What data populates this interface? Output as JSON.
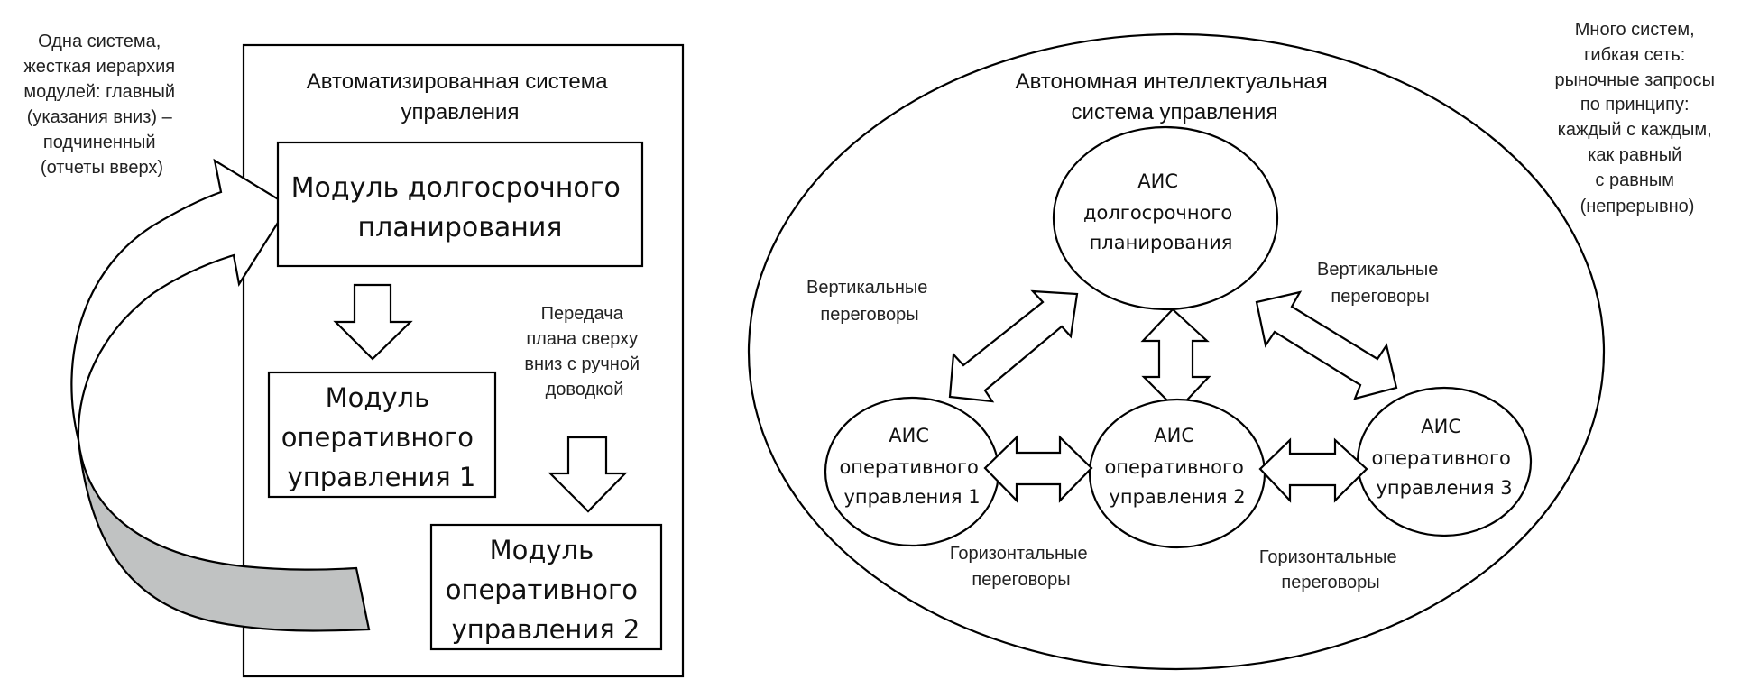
{
  "left_panel": {
    "side_note": [
      "Одна система,",
      "жесткая иерархия",
      "модулей: главный",
      "(указания вниз) –",
      "подчиненный",
      "(отчеты вверх)"
    ],
    "title": [
      "Автоматизированная  система",
      "управления"
    ],
    "modules": [
      {
        "id": "long-term",
        "lines": [
          "Модуль долгосрочного",
          "планирования"
        ]
      },
      {
        "id": "operational-1",
        "lines": [
          "Модуль",
          "оперативного",
          "управления 1"
        ]
      },
      {
        "id": "operational-2",
        "lines": [
          "Модуль",
          "оперативного",
          "управления 2"
        ]
      }
    ],
    "transfer_note": [
      "Передача",
      "плана сверху",
      "вниз с ручной",
      "доводкой"
    ],
    "curved_arrow_fill": "#c0c2c2"
  },
  "right_panel": {
    "side_note": [
      "Много систем,",
      "гибкая сеть:",
      "рыночные запросы",
      "по принципу:",
      "каждый с каждым,",
      "как равный",
      "с равным",
      "(непрерывно)"
    ],
    "title": [
      "Автономная интеллектуальная",
      "система управления"
    ],
    "nodes": [
      {
        "id": "ais-long-term",
        "lines": [
          "АИС",
          "долгосрочного",
          "планирования"
        ]
      },
      {
        "id": "ais-operational-1",
        "lines": [
          "АИС",
          "оперативного",
          "управления 1"
        ]
      },
      {
        "id": "ais-operational-2",
        "lines": [
          "АИС",
          "оперативного",
          "управления 2"
        ]
      },
      {
        "id": "ais-operational-3",
        "lines": [
          "АИС",
          "оперативного",
          "управления 3"
        ]
      }
    ],
    "vertical_label_left": [
      "Вертикальные",
      "переговоры"
    ],
    "vertical_label_right": [
      "Вертикальные",
      "переговоры"
    ],
    "horizontal_label_1": [
      "Горизонтальные",
      "переговоры"
    ],
    "horizontal_label_2": [
      "Горизонтальные",
      "переговоры"
    ]
  }
}
